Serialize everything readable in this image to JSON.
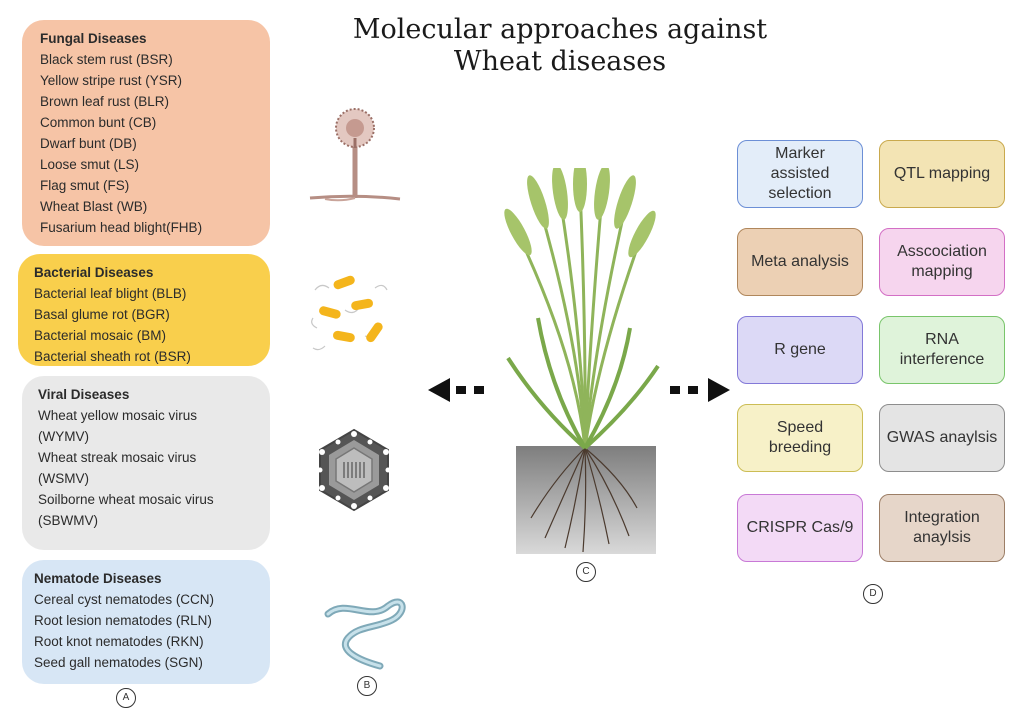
{
  "title": [
    "Molecular approaches against",
    "Wheat diseases"
  ],
  "disease_groups": [
    {
      "heading": "Fungal Diseases",
      "items": [
        "Black stem rust (BSR)",
        "Yellow stripe rust (YSR)",
        "Brown leaf rust (BLR)",
        "Common bunt (CB)",
        "Dwarf bunt (DB)",
        "Loose smut (LS)",
        "Flag smut (FS)",
        "Wheat Blast (WB)",
        "Fusarium head blight(FHB)"
      ],
      "color": "#f6c4a6"
    },
    {
      "heading": "Bacterial Diseases",
      "items": [
        "Bacterial leaf blight (BLB)",
        "Basal glume rot (BGR)",
        "Bacterial mosaic (BM)",
        "Bacterial sheath rot (BSR)"
      ],
      "color": "#f9cf4c"
    },
    {
      "heading": "Viral Diseases",
      "items": [
        "Wheat yellow mosaic virus",
        "(WYMV)",
        "Wheat streak mosaic virus",
        "(WSMV)",
        "Soilborne wheat mosaic virus",
        "(SBWMV)"
      ],
      "color": "#e9e9e9"
    },
    {
      "heading": "Nematode Diseases",
      "items": [
        "Cereal cyst nematodes (CCN)",
        "Root lesion nematodes (RLN)",
        "Root knot nematodes (RKN)",
        "Seed gall nematodes (SGN)"
      ],
      "color": "#d7e6f5"
    }
  ],
  "panel_labels": {
    "a": "A",
    "b": "B",
    "c": "C",
    "d": "D"
  },
  "approaches": [
    {
      "label": "Marker assisted selection",
      "bg": "#e3edf9",
      "border": "#6c8fd6"
    },
    {
      "label": "QTL mapping",
      "bg": "#f3e4b4",
      "border": "#c9a94d"
    },
    {
      "label": "Meta analysis",
      "bg": "#ecd0b4",
      "border": "#b0875c"
    },
    {
      "label": "Asscociation mapping",
      "bg": "#f6d5ee",
      "border": "#d36fc5"
    },
    {
      "label": "R gene",
      "bg": "#dcd9f6",
      "border": "#8379d8"
    },
    {
      "label": "RNA interference",
      "bg": "#dff3da",
      "border": "#79c56b"
    },
    {
      "label": "Speed breeding",
      "bg": "#f7f1c8",
      "border": "#ccbd55"
    },
    {
      "label": "GWAS anaylsis",
      "bg": "#e4e4e4",
      "border": "#8d8d8d"
    },
    {
      "label": "CRISPR Cas/9",
      "bg": "#f3daf6",
      "border": "#c879d6"
    },
    {
      "label": "Integration anaylsis",
      "bg": "#e6d6c9",
      "border": "#9c7e66"
    }
  ]
}
